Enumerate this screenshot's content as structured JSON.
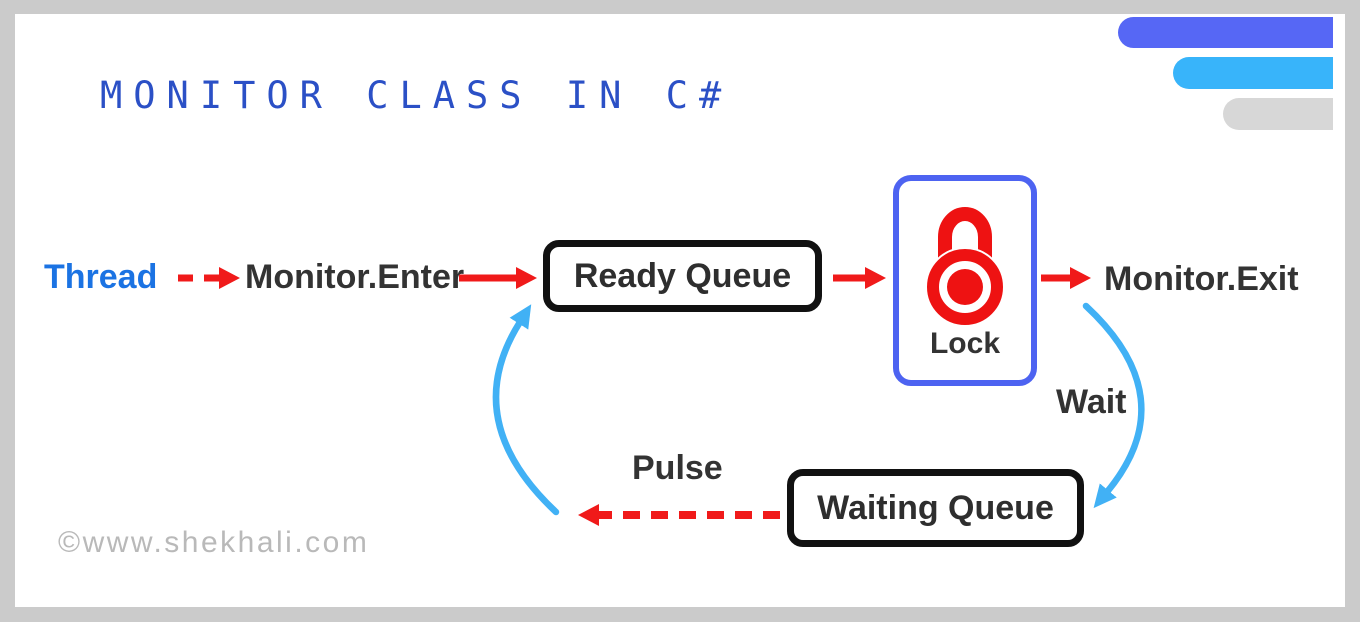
{
  "title": "MONITOR CLASS IN C#",
  "watermark": "©www.shekhali.com",
  "nodes": {
    "thread": "Thread",
    "monitor_enter": "Monitor.Enter",
    "ready_queue": "Ready Queue",
    "lock": "Lock",
    "monitor_exit": "Monitor.Exit",
    "waiting_queue": "Waiting Queue"
  },
  "edge_labels": {
    "wait": "Wait",
    "pulse": "Pulse"
  },
  "edges": [
    {
      "from": "Thread",
      "to": "Monitor.Enter",
      "style": "dashed-red-arrow"
    },
    {
      "from": "Monitor.Enter",
      "to": "Ready Queue",
      "style": "solid-red-arrow"
    },
    {
      "from": "Ready Queue",
      "to": "Lock",
      "style": "solid-red-arrow"
    },
    {
      "from": "Lock",
      "to": "Monitor.Exit",
      "style": "solid-red-arrow"
    },
    {
      "from": "Monitor.Exit",
      "to": "Waiting Queue",
      "style": "curved-blue-arrow",
      "label": "Wait"
    },
    {
      "from": "Waiting Queue",
      "to": "Ready Queue loop",
      "style": "dashed-red-arrow",
      "label": "Pulse"
    },
    {
      "from": "Waiting Queue loop",
      "to": "Ready Queue",
      "style": "curved-blue-arrow"
    }
  ],
  "colors": {
    "title_blue": "#2b50c6",
    "thread_blue": "#1b73e3",
    "arrow_red": "#f01a1a",
    "curve_blue": "#41b1f5",
    "lock_border_blue": "#4d63f1",
    "lock_red": "#ee1212",
    "box_border_black": "#111111",
    "text_dark": "#333333",
    "watermark_gray": "#b9b9b9",
    "frame_gray": "#cbcbcb",
    "decoration_indigo": "#5667f5",
    "decoration_sky_blue": "#38b4fa",
    "decoration_gray": "#d7d7d7"
  }
}
